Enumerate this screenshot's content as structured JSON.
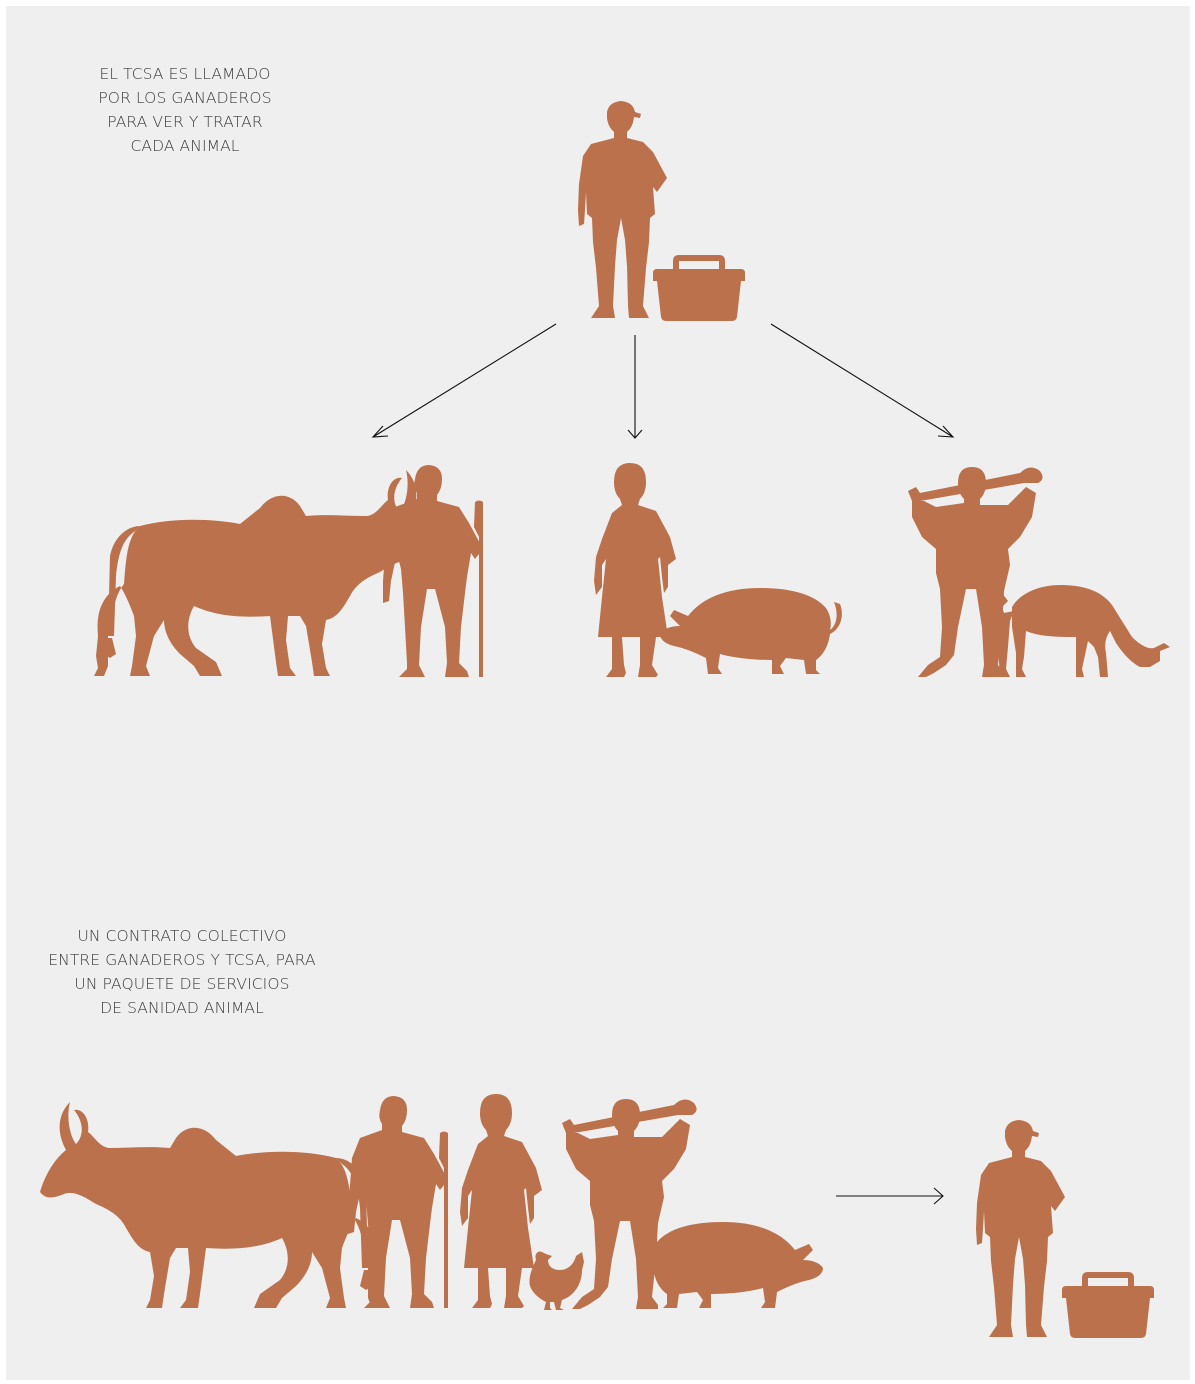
{
  "top_caption": {
    "lines": [
      "EL TCSA ES LLAMADO",
      "POR LOS GANADEROS",
      "PARA VER Y TRATAR",
      "CADA ANIMAL"
    ]
  },
  "bottom_caption": {
    "lines": [
      "UN CONTRATO COLECTIVO",
      "ENTRE GANADEROS Y TCSA, PARA",
      "UN PAQUETE DE SERVICIOS",
      "DE SANIDAD ANIMAL"
    ]
  },
  "colors": {
    "background": "#efefef",
    "silhouette": "#bb714b",
    "arrow": "#111111",
    "text": "#3a3a3a"
  }
}
